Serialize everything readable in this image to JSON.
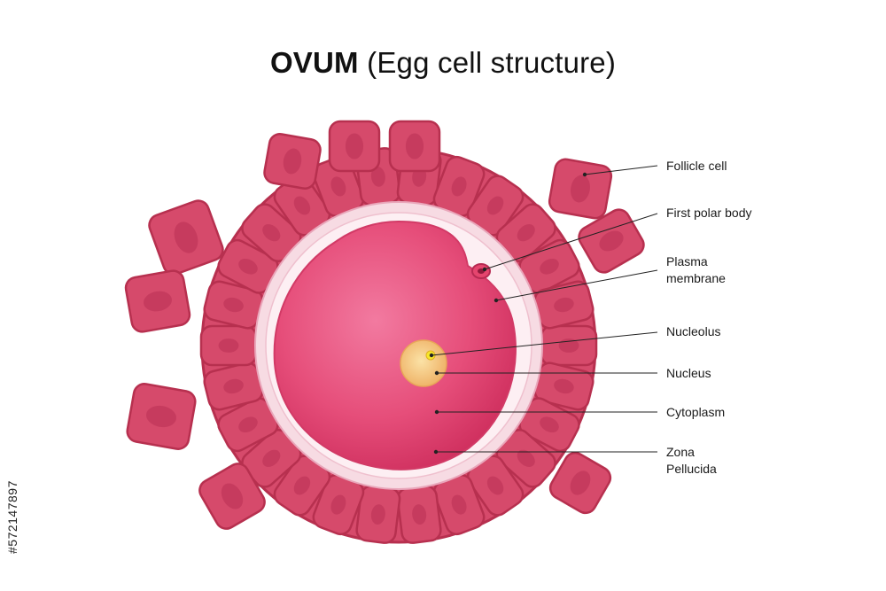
{
  "title": {
    "bold": "OVUM",
    "rest": "(Egg cell structure)"
  },
  "labels": {
    "follicle_cell": "Follicle cell",
    "first_polar_body": "First polar body",
    "plasma_membrane_1": "Plasma",
    "plasma_membrane_2": "membrane",
    "nucleolus": "Nucleolus",
    "nucleus": "Nucleus",
    "cytoplasm": "Cytoplasm",
    "zona_pellucida_1": "Zona",
    "zona_pellucida_2": "Pellucida"
  },
  "side_id": "#572147897",
  "colors": {
    "follicle_fill": "#d64a6b",
    "follicle_outline": "#b7304f",
    "follicle_nucleus": "#c43a5d",
    "zona": "#f6d7e0",
    "cytoplasm": "#e9507a",
    "nucleus": "#f3c37a",
    "nucleolus": "#f7e72a"
  }
}
